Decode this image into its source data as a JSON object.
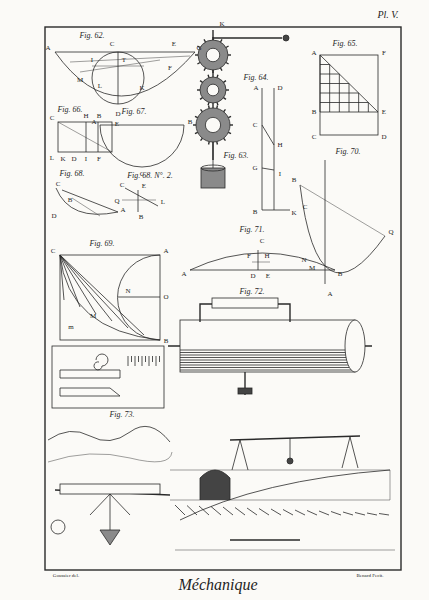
{
  "diagram": {
    "title": "Méchanique",
    "labels": [
      "Pl. V.",
      "Fig. 62.",
      "A",
      "G",
      "E",
      "F",
      "T",
      "I",
      "M",
      "L",
      "K",
      "D",
      "C",
      "K",
      "Fig. 63.",
      "Fig. 64.",
      "A",
      "D",
      "C",
      "H",
      "G",
      "I",
      "B",
      "K",
      "Fig. 65.",
      "A",
      "F",
      "B",
      "E",
      "C",
      "D",
      "Fig. 66.",
      "C",
      "H",
      "B",
      "E",
      "L",
      "K",
      "D",
      "I",
      "F",
      "Fig. 67.",
      "A",
      "B",
      "C",
      "Fig. 68.",
      "C",
      "B",
      "D",
      "A",
      "Fig. 68. N°. 2.",
      "C",
      "E",
      "Q",
      "L",
      "B",
      "Fig. 70.",
      "B",
      "C",
      "M",
      "A",
      "Q",
      "Fig. 69.",
      "C",
      "A",
      "N",
      "O",
      "B",
      "M",
      "m",
      "Fig. 71.",
      "A",
      "B",
      "C",
      "F",
      "H",
      "D",
      "E",
      "N",
      "Fig. 72.",
      "Fig. 73.",
      "Goussier del.",
      "Benard Fecit."
    ]
  }
}
